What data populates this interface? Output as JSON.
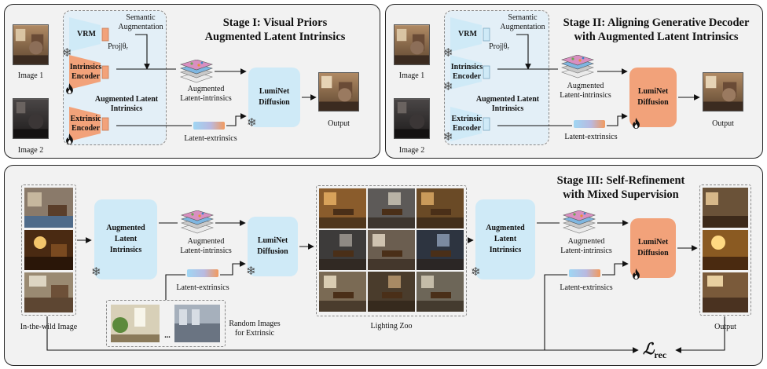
{
  "stage1": {
    "title_line1": "Stage I: Visual Priors",
    "title_line2": "Augmented Latent Intrinsics",
    "image1": "Image 1",
    "image2": "Image 2",
    "vrm": "VRM",
    "proj": "Proj|θᵣ",
    "semantic_aug_line1": "Semantic",
    "semantic_aug_line2": "Augmentation",
    "intrinsics_encoder_line1": "Intrinsics",
    "intrinsics_encoder_line2": "Encoder",
    "aug_latent_intrinsics_line1": "Augmented Latent",
    "aug_latent_intrinsics_line2": "Intrinsics",
    "extrinsic_encoder_line1": "Extrinsic",
    "extrinsic_encoder_line2": "Encoder",
    "augmented_line1": "Augmented",
    "augmented_line2": "Latent-intrinsics",
    "latent_extrinsics": "Latent-extrinsics",
    "diffusion_line1": "LumiNet",
    "diffusion_line2": "Diffusion",
    "output": "Output"
  },
  "stage2": {
    "title_line1": "Stage II: Aligning Generative Decoder",
    "title_line2": "with Augmented Latent Intrinsics",
    "image1": "Image 1",
    "image2": "Image 2",
    "vrm": "VRM",
    "proj": "Proj|θᵣ",
    "semantic_aug_line1": "Semantic",
    "semantic_aug_line2": "Augmentation",
    "intrinsics_encoder_line1": "Intrinsics",
    "intrinsics_encoder_line2": "Encoder",
    "aug_latent_intrinsics_line1": "Augmented Latent",
    "aug_latent_intrinsics_line2": "Intrinsics",
    "extrinsic_encoder_line1": "Extrinsic",
    "extrinsic_encoder_line2": "Encoder",
    "augmented_line1": "Augmented",
    "augmented_line2": "Latent-intrinsics",
    "latent_extrinsics": "Latent-extrinsics",
    "diffusion_line1": "LumiNet",
    "diffusion_line2": "Diffusion",
    "output": "Output"
  },
  "stage3": {
    "title_line1": "Stage III: Self-Refinement",
    "title_line2": "with Mixed Supervision",
    "in_the_wild": "In-the-wild Image",
    "ali_line1": "Augmented",
    "ali_line2": "Latent",
    "ali_line3": "Intrinsics",
    "augmented_line1": "Augmented",
    "augmented_line2": "Latent-intrinsics",
    "latent_extrinsics": "Latent-extrinsics",
    "diffusion_line1": "LumiNet",
    "diffusion_line2": "Diffusion",
    "random_line1": "Random Images",
    "random_line2": "for Extrinsic",
    "ellipsis": "...",
    "lighting_zoo": "Lighting Zoo",
    "output": "Output",
    "loss": "ℒ",
    "loss_sub": "rec"
  },
  "colors": {
    "frozen_blue": "#cfeaf7",
    "trainable_orange": "#f2a27a",
    "panel_bg": "#f2f2f2"
  },
  "icons": [
    "snowflake-icon",
    "fire-icon",
    "latent-stack-icon"
  ]
}
